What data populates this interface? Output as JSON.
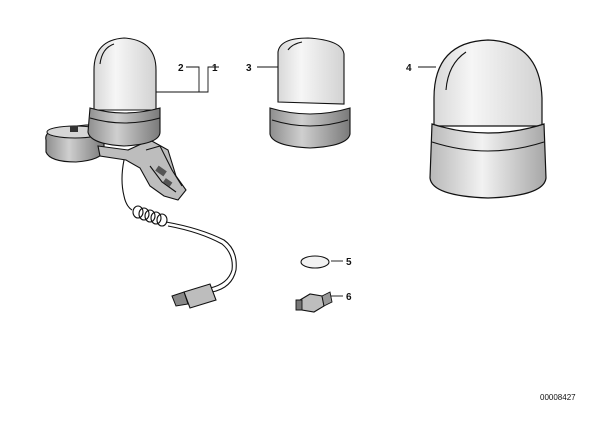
{
  "parts": [
    {
      "number": "1",
      "part": "beacon-with-mount-and-cable"
    },
    {
      "number": "2",
      "part": "beacon-lens-dome"
    },
    {
      "number": "3",
      "part": "beacon-lens-cover"
    },
    {
      "number": "4",
      "part": "large-beacon-lens"
    },
    {
      "number": "5",
      "part": "gasket-ring"
    },
    {
      "number": "6",
      "part": "bulb"
    }
  ],
  "diagram_code": "00008427",
  "colors": {
    "line": "#111111",
    "lens_fill": "#ececec",
    "base_fill": "#c4c4c4",
    "base_dark": "#8a8a8a",
    "background": "#ffffff"
  }
}
